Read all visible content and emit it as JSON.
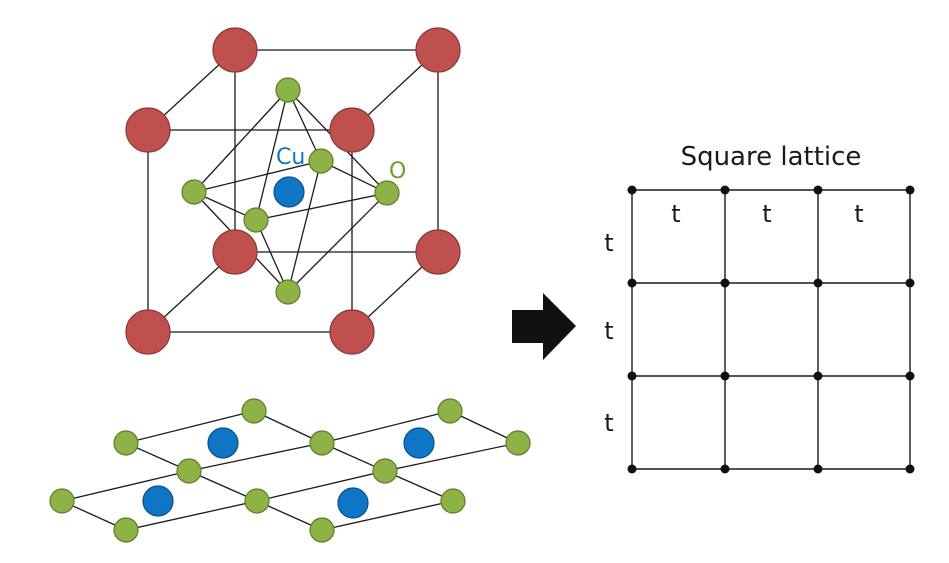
{
  "labels": {
    "copper": "Cu",
    "oxygen": "O",
    "lattice_title": "Square lattice",
    "hopping": [
      "t",
      "t",
      "t",
      "t",
      "t",
      "t"
    ]
  },
  "colors": {
    "cation": "#c0504d",
    "oxygen": "#8db246",
    "copper": "#0f76c6",
    "copper_label": "#0f76c6",
    "oxygen_label": "#6f9a2c",
    "lines": "#1a1a1a",
    "arrow": "#111111"
  },
  "icons": {
    "arrow": "right-arrow-icon"
  }
}
